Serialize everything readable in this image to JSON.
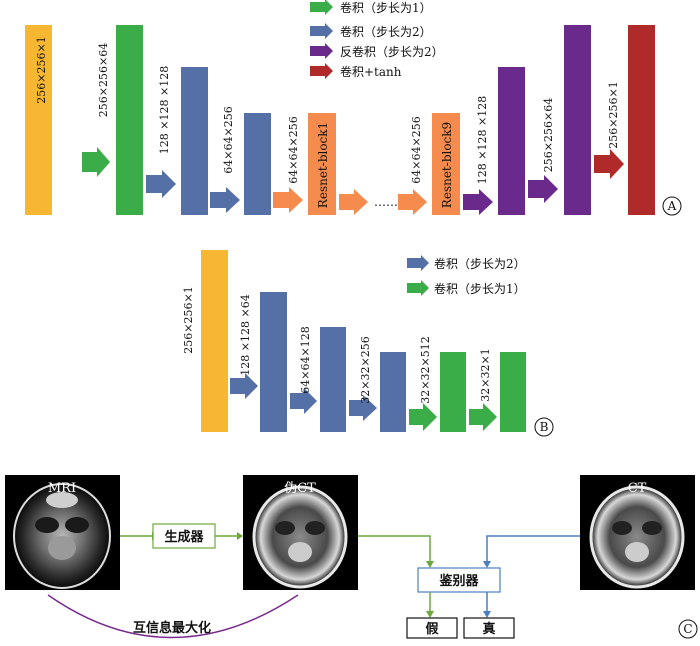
{
  "panel_a": {
    "legend": [
      {
        "label": "卷积（步长为1）",
        "color": "#3aad48"
      },
      {
        "label": "卷积（步长为2）",
        "color": "#5470a7"
      },
      {
        "label": "反卷积（步长为2）",
        "color": "#6a2a8c"
      },
      {
        "label": "卷积+tanh",
        "color": "#b02a2a"
      }
    ],
    "dims": [
      "256×256×1",
      "256×256×64",
      "128 ×128 ×128",
      "64×64×256",
      "64×64×256",
      "64×64×256",
      "128 ×128 ×128",
      "256×256×64",
      "256×256×1"
    ],
    "resnet_first": "Resnet-block1",
    "resnet_last": "Resnet-block9",
    "ellipsis": "……",
    "marker": "A"
  },
  "panel_b": {
    "legend": [
      {
        "label": "卷积（步长为2）",
        "color": "#5470a7"
      },
      {
        "label": "卷积（步长为1）",
        "color": "#3aad48"
      }
    ],
    "dims": [
      "256×256×1",
      "128 ×128 ×64",
      "64×64×128",
      "32×32×256",
      "32×32×512",
      "32×32×1"
    ],
    "marker": "B"
  },
  "panel_c": {
    "mri_label": "MRI",
    "fake_ct_label": "伪CT",
    "ct_label": "CT",
    "generator": "生成器",
    "discriminator": "鉴别器",
    "fake": "假",
    "real": "真",
    "mutual_info": "互信息最大化",
    "marker": "C"
  },
  "colors": {
    "orange_block": "#f7b733",
    "green_block": "#3aad48",
    "blue_block": "#5470a7",
    "purple_block": "#6a2a8c",
    "red_block": "#b02a2a",
    "resnet_block": "#f58b4c",
    "green_line": "#6aaa3a",
    "blue_line": "#4a7fc1",
    "purple_curve": "#7a2a8c"
  }
}
